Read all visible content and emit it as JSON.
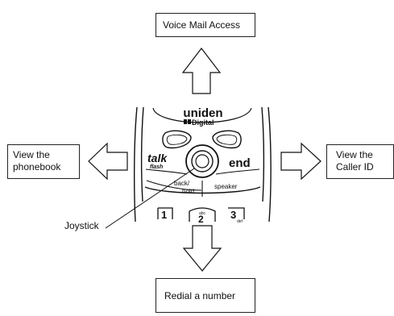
{
  "callouts": {
    "up": "Voice Mail Access",
    "left_line1": "View the",
    "left_line2": "phonebook",
    "right_line1": "View the",
    "right_line2": "Caller ID",
    "down": "Redial a number"
  },
  "pointer_label": "Joystick",
  "phone": {
    "brand": "uniden",
    "sub_brand": "Digital",
    "talk": "talk",
    "flash": "flash",
    "end": "end",
    "back_hold_1": "back/",
    "back_hold_2": "hold",
    "speaker": "speaker",
    "key1": "1",
    "key2": "2",
    "key2_letters": "abc",
    "key3": "3",
    "key3_letters": "def"
  },
  "colors": {
    "ink": "#111111",
    "paper": "#ffffff"
  }
}
